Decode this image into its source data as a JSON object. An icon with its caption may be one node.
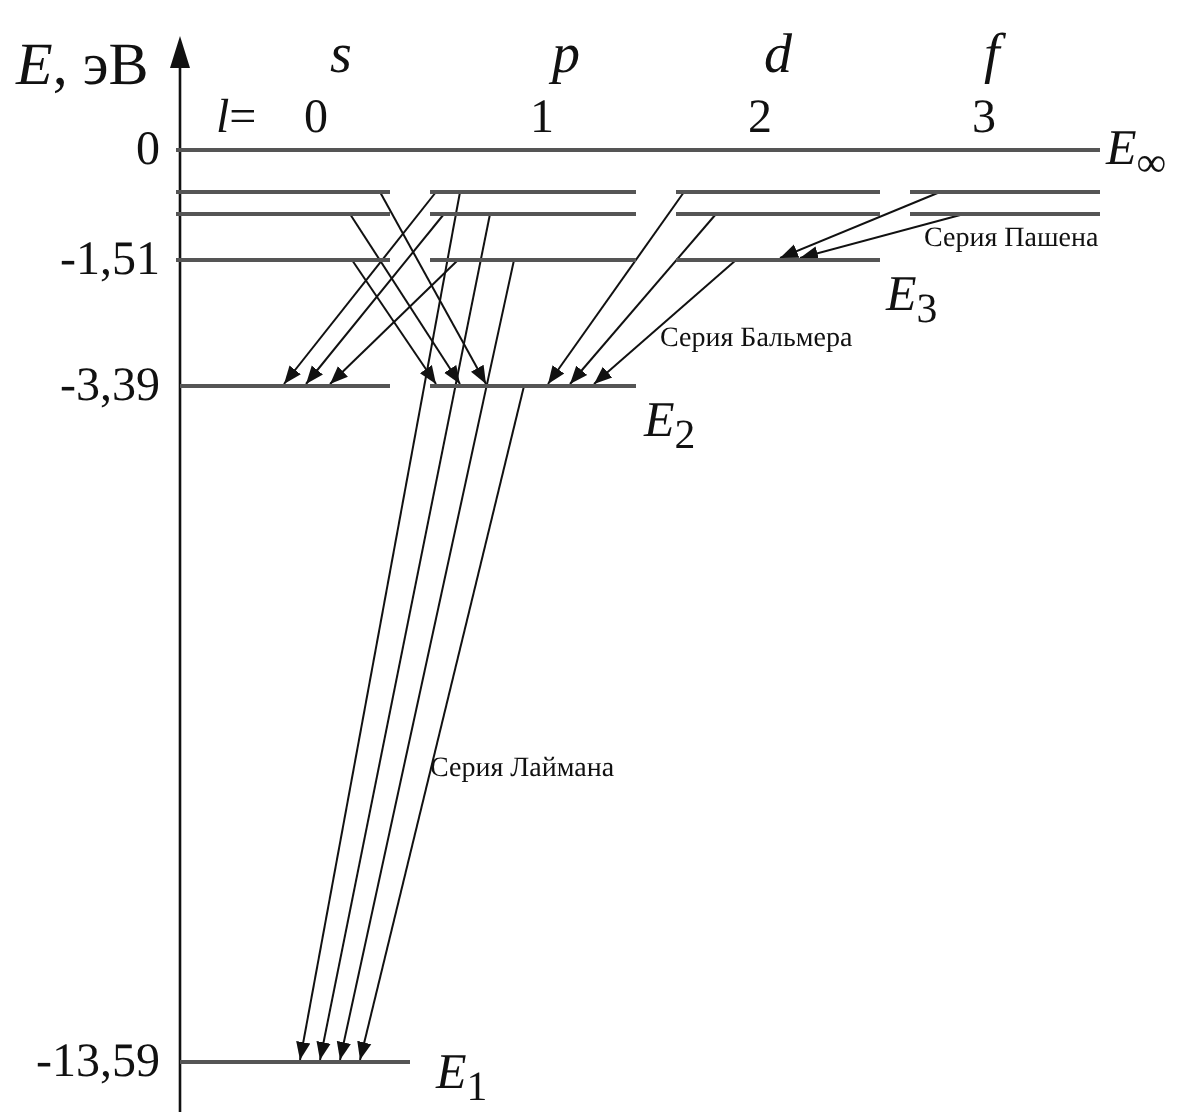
{
  "diagram": {
    "nodes": [
      {
        "text": [],
        "shape": "bar",
        "beside": [
          "*E*$_{∞}$"
        ]
      },
      {
        "text": [],
        "shape": "bar"
      },
      {
        "text": [],
        "shape": "bar"
      },
      {
        "text": [],
        "shape": "bar"
      },
      {
        "text": [],
        "shape": "bar"
      },
      {
        "text": [],
        "shape": "bar"
      },
      {
        "text": [],
        "shape": "bar"
      },
      {
        "text": [],
        "shape": "bar"
      },
      {
        "text": [],
        "shape": "bar"
      },
      {
        "text": [],
        "shape": "bar"
      },
      {
        "text": [],
        "shape": "bar"
      },
      {
        "text": [],
        "shape": "bar",
        "beside": [
          "*E*$_{3}$"
        ]
      },
      {
        "text": [],
        "shape": "bar"
      },
      {
        "text": [],
        "shape": "bar",
        "beside": [
          "*E*$_{2}$"
        ]
      },
      {
        "text": [],
        "shape": "bar",
        "beside": [
          "*E*$_{1}$"
        ]
      }
    ],
    "edges": [
      {
        "from": 2,
        "to": 14,
        "arrow": "to"
      },
      {
        "from": 6,
        "to": 14,
        "arrow": "to"
      },
      {
        "from": 10,
        "to": 14,
        "arrow": "to"
      },
      {
        "from": 13,
        "to": 14,
        "arrow": "to"
      },
      {
        "from": 2,
        "to": 12,
        "arrow": "to"
      },
      {
        "from": 6,
        "to": 12,
        "arrow": "to"
      },
      {
        "from": 10,
        "to": 12,
        "arrow": "to"
      },
      {
        "from": 1,
        "to": 13,
        "arrow": "to"
      },
      {
        "from": 5,
        "to": 13,
        "arrow": "to"
      },
      {
        "from": 9,
        "to": 13,
        "arrow": "to"
      },
      {
        "from": 3,
        "to": 13,
        "arrow": "to"
      },
      {
        "from": 7,
        "to": 13,
        "arrow": "to"
      },
      {
        "from": 11,
        "to": 13,
        "arrow": "to"
      },
      {
        "from": 4,
        "to": 11,
        "arrow": "to"
      },
      {
        "from": 8,
        "to": 11,
        "arrow": "to"
      }
    ],
    "labels": [
      "*E*, эВ",
      "s",
      "p",
      "d",
      "f",
      "*l*=",
      "0",
      "1",
      "2",
      "3",
      "0",
      "-1,51",
      "Серия Пашена",
      "Серия Бальмера",
      "-3,39",
      "Серия Лаймана",
      "-13,59"
    ]
  }
}
